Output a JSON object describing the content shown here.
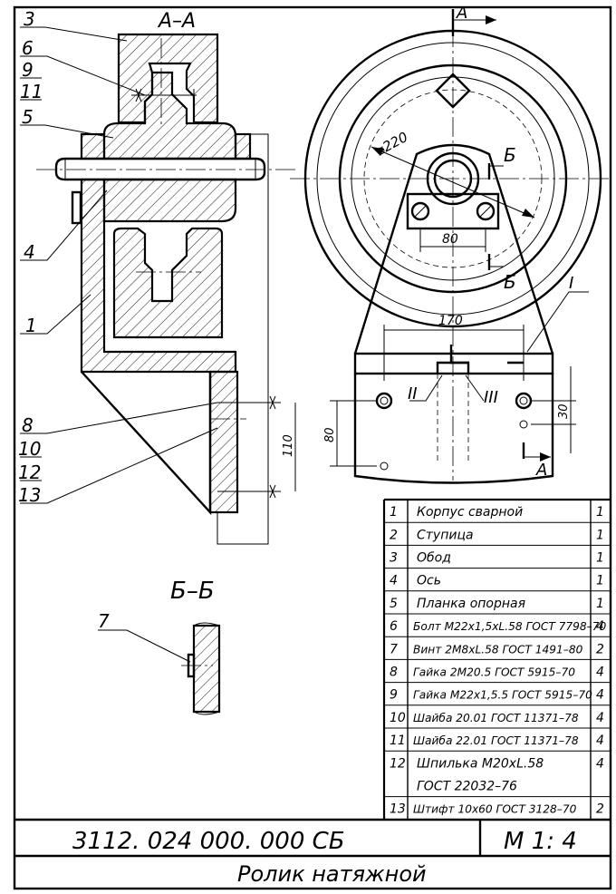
{
  "views": {
    "section_aa": "А–А",
    "section_bb": "Б–Б",
    "cut_a": "А",
    "cut_b": "Б",
    "detail_1": "I",
    "detail_2": "II",
    "detail_3": "III"
  },
  "callouts": {
    "c1": "1",
    "c3": "3",
    "c4": "4",
    "c5": "5",
    "c6": "6",
    "c7": "7",
    "c8": "8",
    "c9": "9",
    "c10": "10",
    "c11": "11",
    "c12": "12",
    "c13": "13"
  },
  "dimensions": {
    "d110": "110",
    "d220": "⌀220",
    "d80_top": "80",
    "d170": "170",
    "d80_side": "80",
    "d30": "30"
  },
  "parts": [
    {
      "pos": "1",
      "name": "Корпус сварной",
      "qty": "1"
    },
    {
      "pos": "2",
      "name": "Ступица",
      "qty": "1"
    },
    {
      "pos": "3",
      "name": "Обод",
      "qty": "1"
    },
    {
      "pos": "4",
      "name": "Ось",
      "qty": "1"
    },
    {
      "pos": "5",
      "name": "Планка опорная",
      "qty": "1"
    },
    {
      "pos": "6",
      "name": "Болт М22х1,5хL.58 ГОСТ 7798–70",
      "qty": "4"
    },
    {
      "pos": "7",
      "name": "Винт 2М8хL.58 ГОСТ 1491–80",
      "qty": "2"
    },
    {
      "pos": "8",
      "name": "Гайка 2М20.5 ГОСТ 5915–70",
      "qty": "4"
    },
    {
      "pos": "9",
      "name": "Гайка М22х1,5.5 ГОСТ 5915–70",
      "qty": "4"
    },
    {
      "pos": "10",
      "name": "Шайба 20.01 ГОСТ 11371–78",
      "qty": "4"
    },
    {
      "pos": "11",
      "name": "Шайба 22.01 ГОСТ 11371–78",
      "qty": "4"
    },
    {
      "pos": "12",
      "name": "Шпилька М20хL.58",
      "qty": "4"
    },
    {
      "pos": "",
      "name": "ГОСТ 22032–76",
      "qty": ""
    },
    {
      "pos": "13",
      "name": "Штифт 10х60 ГОСТ 3128–70",
      "qty": "2"
    }
  ],
  "title_block": {
    "designation": "3112. 024 000. 000 СБ",
    "scale": "М 1: 4",
    "name": "Ролик натяжной"
  }
}
